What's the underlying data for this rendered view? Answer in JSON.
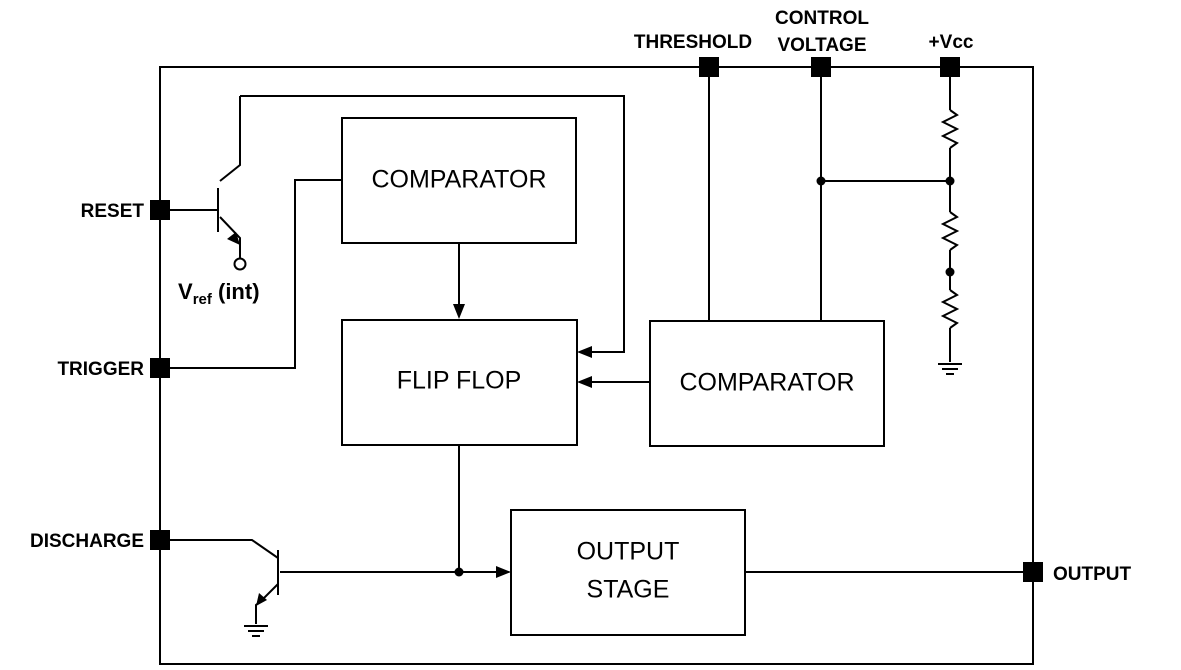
{
  "blocks": {
    "comparator_top": "COMPARATOR",
    "flip_flop": "FLIP FLOP",
    "comparator_right": "COMPARATOR",
    "output_stage_line1": "OUTPUT",
    "output_stage_line2": "STAGE"
  },
  "pins": {
    "threshold": "THRESHOLD",
    "control_voltage_line1": "CONTROL",
    "control_voltage_line2": "VOLTAGE",
    "vcc": "+Vcc",
    "reset": "RESET",
    "trigger": "TRIGGER",
    "discharge": "DISCHARGE",
    "output": "OUTPUT"
  },
  "vref": {
    "main": "V",
    "sub": "ref",
    "suffix": " (int)"
  }
}
